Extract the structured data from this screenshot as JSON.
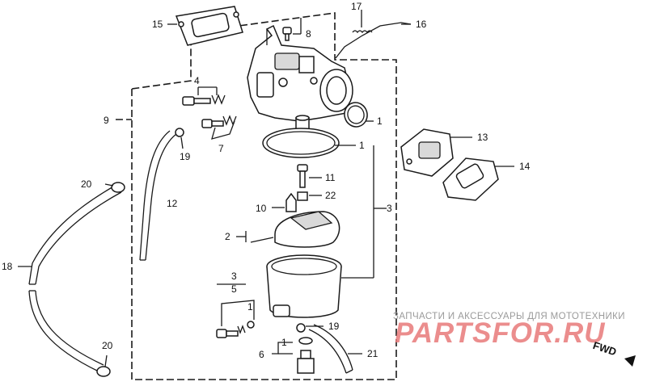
{
  "callouts": {
    "c1a": "1",
    "c1b": "1",
    "c1c": "1",
    "c1d": "1",
    "c2": "2",
    "c3a": "3",
    "c3b": "3",
    "c4": "4",
    "c5": "5",
    "c6": "6",
    "c7": "7",
    "c8": "8",
    "c9": "9",
    "c10": "10",
    "c11": "11",
    "c12": "12",
    "c13": "13",
    "c14": "14",
    "c15": "15",
    "c16": "16",
    "c17": "17",
    "c18": "18",
    "c19a": "19",
    "c19b": "19",
    "c20a": "20",
    "c20b": "20",
    "c21": "21",
    "c22": "22"
  },
  "watermark": {
    "tagline": "ЗАПЧАСТИ И АКСЕССУАРЫ ДЛЯ МОТОТЕХНИКИ",
    "logo": "PARTSFOR.RU"
  },
  "direction_label": "FWD"
}
